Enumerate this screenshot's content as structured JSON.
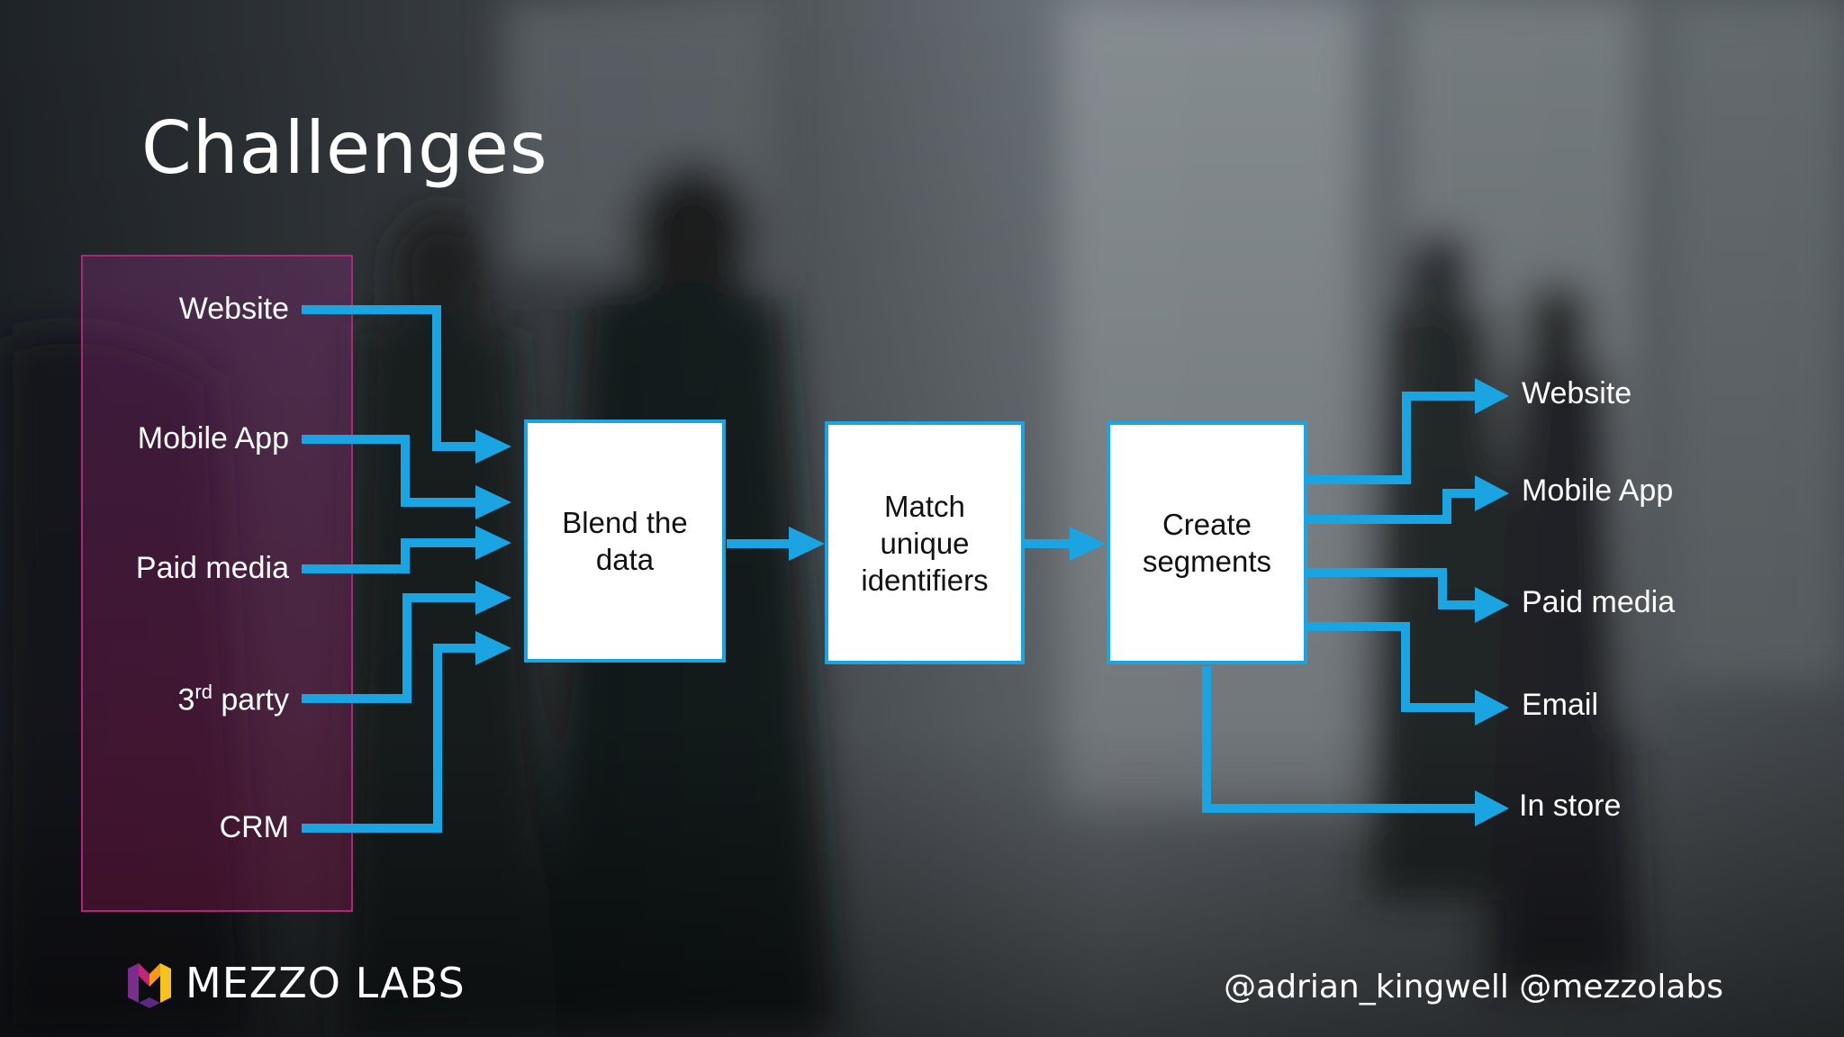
{
  "slide": {
    "title": "Challenges",
    "handles": "@adrian_kingwell @mezzolabs",
    "logo_text": "MEZZO LABS"
  },
  "diagram": {
    "sources": [
      {
        "label": "Website"
      },
      {
        "label": "Mobile App"
      },
      {
        "label": "Paid media"
      },
      {
        "label": "3",
        "sup": "rd",
        "suffix": " party"
      },
      {
        "label": "CRM"
      }
    ],
    "steps": [
      {
        "text": "Blend the\ndata"
      },
      {
        "text": "Match\nunique\nidentifiers"
      },
      {
        "text": "Create\nsegments"
      }
    ],
    "destinations": [
      {
        "label": "Website"
      },
      {
        "label": "Mobile App"
      },
      {
        "label": "Paid media"
      },
      {
        "label": "Email"
      },
      {
        "label": "In store"
      }
    ]
  },
  "colors": {
    "arrow": "#1aa4e1",
    "panel_border": "#b0277a"
  }
}
